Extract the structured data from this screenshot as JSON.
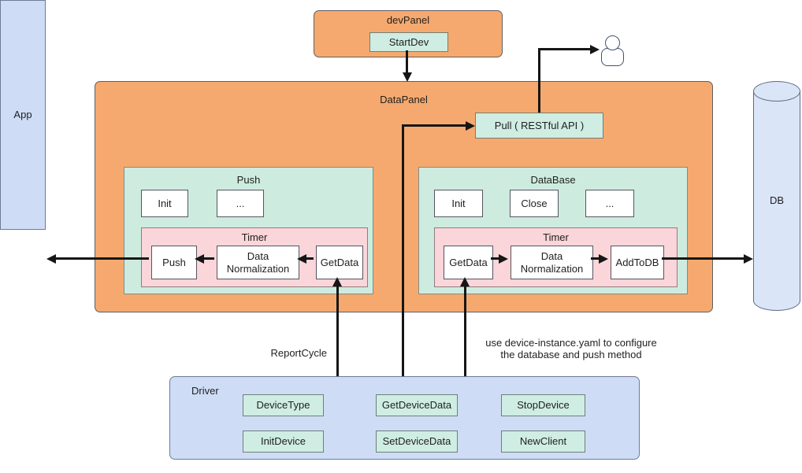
{
  "app": {
    "label": "App"
  },
  "db": {
    "label": "DB"
  },
  "dev_panel": {
    "title": "devPanel",
    "start_button": "StartDev"
  },
  "data_panel": {
    "title": "DataPanel",
    "pull_api": "Pull ( RESTful API )",
    "push": {
      "title": "Push",
      "init": "Init",
      "more": "...",
      "timer": {
        "title": "Timer",
        "push": "Push",
        "normalize": "Data Normalization",
        "get_data": "GetData"
      }
    },
    "database": {
      "title": "DataBase",
      "init": "Init",
      "close": "Close",
      "more": "...",
      "timer": {
        "title": "Timer",
        "get_data": "GetData",
        "normalize": "Data Normalization",
        "add_to_db": "AddToDB"
      }
    }
  },
  "driver": {
    "title": "Driver",
    "row1": [
      "DeviceType",
      "GetDeviceData",
      "StopDevice"
    ],
    "row2": [
      "InitDevice",
      "SetDeviceData",
      "NewClient"
    ]
  },
  "annotations": {
    "report_cycle": "ReportCycle",
    "config_note_line1": "use device-instance.yaml to configure",
    "config_note_line2": "the database and push method"
  },
  "colors": {
    "panel_orange": "#F6A96E",
    "module_mint": "#CDECDF",
    "button_mint": "#CFEDE2",
    "timer_pink": "#FAD5D9",
    "box_blue": "#CEDCF6",
    "cylinder_blue": "#DAE5F8",
    "arrow_black": "#161616"
  }
}
